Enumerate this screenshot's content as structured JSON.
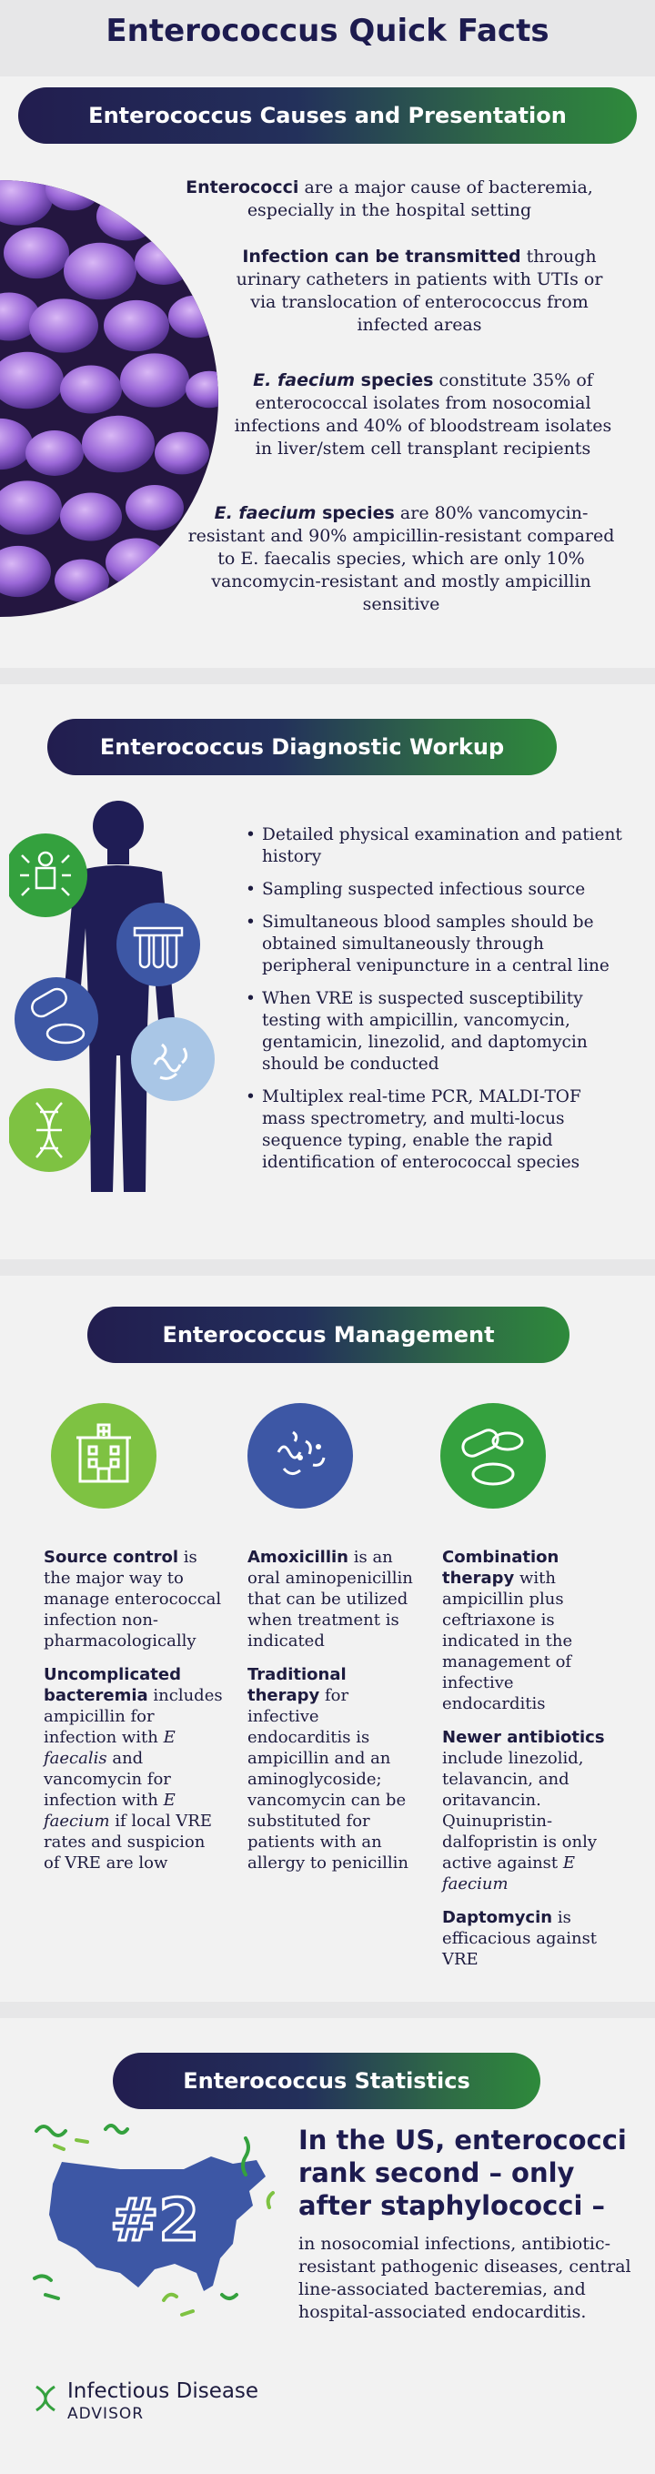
{
  "title": "Enterococcus Quick Facts",
  "sections": {
    "causes": {
      "heading": "Enterococcus Causes and Presentation",
      "paragraphs": [
        {
          "bold": "Enterococci",
          "text": " are a major cause of bacteremia, especially in the hospital setting"
        },
        {
          "bold": "Infection can be transmitted",
          "text": " through urinary catheters in patients with UTIs or via translocation of enterococcus from infected areas"
        },
        {
          "bold": "E. faecium",
          "bold2": " species",
          "text": " constitute 35% of enterococcal isolates from nosocomial infections and 40% of bloodstream isolates in liver/stem cell transplant recipients"
        },
        {
          "bold": "E. faecium",
          "bold2": " species",
          "text": " are 80% vancomycin-resistant and 90% ampicillin-resistant compared to E. faecalis species, which are only 10% vancomycin-resistant and mostly ampicillin sensitive"
        }
      ]
    },
    "diagnostic": {
      "heading": "Enterococcus Diagnostic Workup",
      "bullets": [
        "Detailed physical examination and patient history",
        "Sampling suspected infectious source",
        "Simultaneous blood samples should be obtained simultaneously through peripheral venipuncture in a central line",
        "When VRE is suspected susceptibility testing with ampicillin, vancomycin, gentamicin, linezolid, and daptomycin should be conducted",
        "Multiplex real-time PCR, MALDI-TOF mass spectrometry, and multi-locus sequence typing, enable the rapid identification of enterococcal species"
      ]
    },
    "management": {
      "heading": "Enterococcus Management",
      "col1": [
        {
          "bold": "Source control",
          "text": " is the major way to manage enterococcal infection non-pharmacologically"
        },
        {
          "bold": "Uncomplicated bacteremia",
          "text": " includes ampicillin for infection with ",
          "italic": "E faecalis",
          "text2": " and vancomycin for infection with ",
          "italic2": "E faecium",
          "text3": " if local VRE rates and suspicion of VRE are low"
        }
      ],
      "col2": [
        {
          "bold": "Amoxicillin",
          "text": " is an oral aminopenicillin that can be utilized when treatment is indicated"
        },
        {
          "bold": "Traditional therapy",
          "text": " for infective endocarditis is ampicillin and an aminoglycoside; vancomycin can be substituted for patients with an allergy to penicillin"
        }
      ],
      "col3": [
        {
          "bold": "Combination therapy",
          "text": " with ampicillin plus ceftriaxone is indicated in the management of infective endocarditis"
        },
        {
          "bold": "Newer antibiotics",
          "text": " include linezolid, telavancin, and oritavancin. Quinupristin-dalfopristin is only active against ",
          "italic": "E faecium"
        },
        {
          "bold": "Daptomycin",
          "text": " is efficacious against VRE"
        }
      ]
    },
    "statistics": {
      "heading": "Enterococcus Statistics",
      "map_label": "#2",
      "headline": "In the US, enterococci rank second – only after staphylococci –",
      "body": "in nosocomial infections, antibiotic-resistant pathogenic diseases, central line-associated bacteremias, and hospital-associated endocarditis."
    }
  },
  "logo": {
    "line1": "Infectious Disease",
    "line2": "ADVISOR"
  },
  "colors": {
    "navy": "#1d1b4f",
    "green": "#2e8a3b",
    "icon_blue": "#3d57a5",
    "icon_light_blue": "#a9c6e6",
    "icon_green": "#34a13e",
    "icon_lime": "#7ec242"
  }
}
